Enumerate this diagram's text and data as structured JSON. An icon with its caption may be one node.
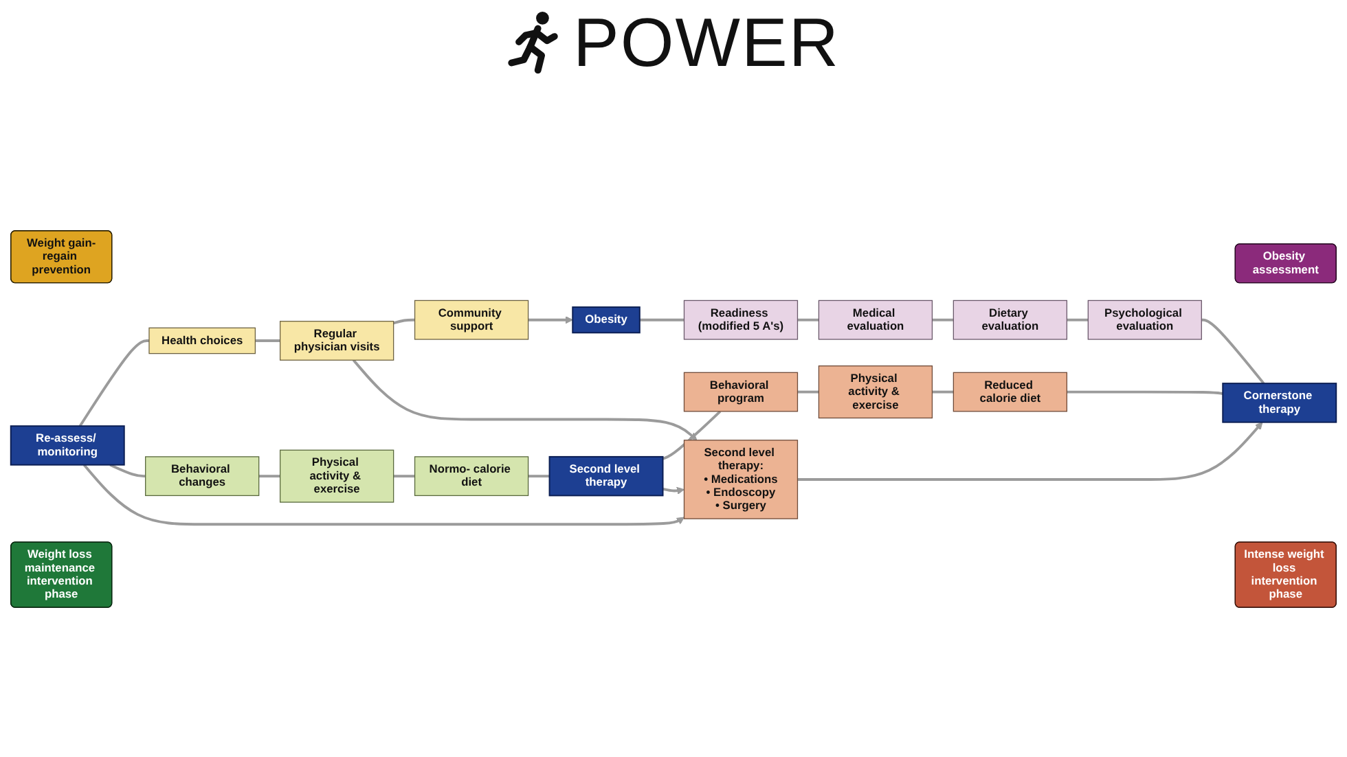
{
  "diagram": {
    "nodes": [
      {
        "text": [
          "Weight gain-regain prevention"
        ]
      },
      {
        "text": [
          "Obesity assessment"
        ]
      },
      {
        "text": [
          "Obesity"
        ]
      },
      {
        "text": [
          "Community support"
        ]
      },
      {
        "text": [
          "Readiness (modified 5 A's)"
        ]
      },
      {
        "text": [
          "Medical evaluation"
        ]
      },
      {
        "text": [
          "Regular physician visits"
        ]
      },
      {
        "text": [
          "Dietary evaluation"
        ]
      },
      {
        "text": [
          "Health choices"
        ]
      },
      {
        "text": [
          "Psychological evaluation"
        ]
      },
      {
        "text": [
          "Re-assess/ monitoring"
        ]
      },
      {
        "text": [
          "Second level therapy:",
          "• Medications",
          "• Endoscopy",
          "• Surgery"
        ]
      },
      {
        "text": [
          "Cornerstone therapy"
        ]
      },
      {
        "text": [
          "Behavioral changes"
        ]
      },
      {
        "text": [
          "Reduced calorie diet"
        ]
      },
      {
        "text": [
          "Physical activity & exercise"
        ]
      },
      {
        "text": [
          "Physical activity & exercise"
        ]
      },
      {
        "text": [
          "Normo- calorie diet"
        ]
      },
      {
        "text": [
          "Behavioral program"
        ]
      },
      {
        "text": [
          "Second level therapy"
        ]
      },
      {
        "text": [
          "Weight loss maintenance intervention phase"
        ]
      },
      {
        "text": [
          "Intense weight loss intervention phase"
        ]
      }
    ],
    "edges": [
      {
        "from": 10,
        "to": 8,
        "arrow": "none"
      },
      {
        "from": 8,
        "to": 6,
        "arrow": "none"
      },
      {
        "from": 6,
        "to": 3,
        "arrow": "none"
      },
      {
        "from": 3,
        "to": 2,
        "arrow": "to"
      },
      {
        "from": 2,
        "to": 4,
        "arrow": "none"
      },
      {
        "from": 4,
        "to": 5,
        "arrow": "none"
      },
      {
        "from": 5,
        "to": 7,
        "arrow": "none"
      },
      {
        "from": 7,
        "to": 9,
        "arrow": "none"
      },
      {
        "from": 9,
        "to": 12,
        "arrow": "none"
      },
      {
        "from": 10,
        "to": 13,
        "arrow": "none"
      },
      {
        "from": 13,
        "to": 15,
        "arrow": "none"
      },
      {
        "from": 15,
        "to": 17,
        "arrow": "none"
      },
      {
        "from": 17,
        "to": 19,
        "arrow": "none"
      },
      {
        "from": 19,
        "to": 18,
        "arrow": "none"
      },
      {
        "from": 18,
        "to": 16,
        "arrow": "none"
      },
      {
        "from": 16,
        "to": 14,
        "arrow": "none"
      },
      {
        "from": 14,
        "to": 12,
        "arrow": "none"
      },
      {
        "from": 10,
        "to": 11,
        "arrow": "to"
      },
      {
        "from": 6,
        "to": 11,
        "arrow": "to"
      },
      {
        "from": 19,
        "to": 11,
        "arrow": "to"
      },
      {
        "from": 11,
        "to": 12,
        "arrow": "to"
      }
    ],
    "labels": [
      "POWER"
    ]
  }
}
